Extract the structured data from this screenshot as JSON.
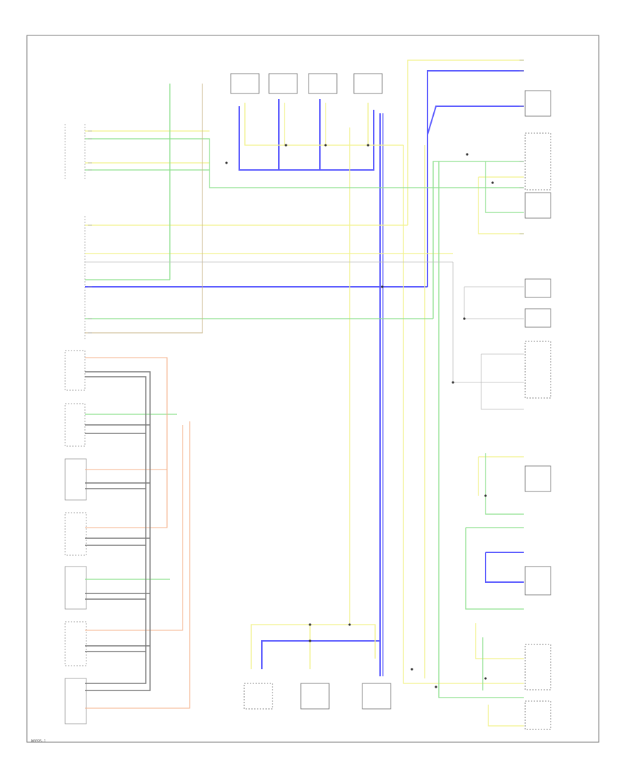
{
  "diagram": {
    "footer_code": "W0095-1"
  },
  "colors": {
    "blue": "#5c5cff",
    "yellow": "#f2f28a",
    "green": "#8ee08e",
    "orange": "#f4b08a",
    "tan": "#c8b48a",
    "gray": "#8a8a8a",
    "black": "#444444",
    "frame": "#777777"
  },
  "components": [
    {
      "id": "can-module",
      "name": "component-can-module"
    },
    {
      "id": "fuse-box",
      "name": "component-fuse-box"
    },
    {
      "id": "connector-top-left",
      "name": "component-connector-top-left"
    },
    {
      "id": "light-switch-module",
      "name": "component-light-switch-module"
    },
    {
      "id": "climate-module",
      "name": "component-climate-module"
    },
    {
      "id": "audio-module",
      "name": "component-audio-module"
    },
    {
      "id": "driver-module",
      "name": "component-driver-module"
    },
    {
      "id": "door-modules",
      "name": "component-door-modules"
    },
    {
      "id": "bottom-modules",
      "name": "component-bottom-modules"
    },
    {
      "id": "right-modules",
      "name": "component-right-modules"
    }
  ]
}
